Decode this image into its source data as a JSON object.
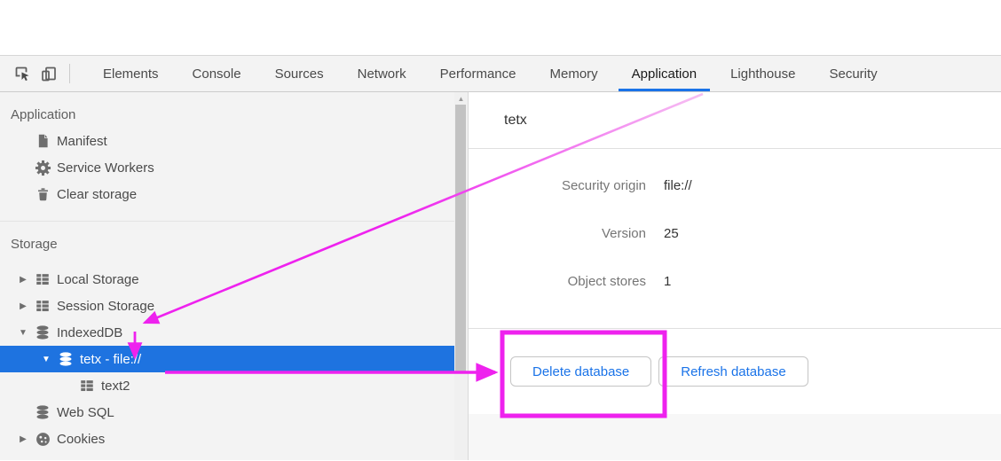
{
  "toolbar": {
    "tabs": [
      "Elements",
      "Console",
      "Sources",
      "Network",
      "Performance",
      "Memory",
      "Application",
      "Lighthouse",
      "Security"
    ],
    "active_tab": "Application"
  },
  "icons": {
    "collapsed": "▶",
    "expanded": "▼",
    "scroll_up": "▲"
  },
  "sidebar": {
    "sections": [
      {
        "title": "Application",
        "items": [
          {
            "label": "Manifest",
            "icon": "manifest-file-icon"
          },
          {
            "label": "Service Workers",
            "icon": "gear-icon"
          },
          {
            "label": "Clear storage",
            "icon": "trash-icon"
          }
        ]
      },
      {
        "title": "Storage",
        "items": [
          {
            "label": "Local Storage",
            "icon": "table-icon",
            "disclosure": "collapsed"
          },
          {
            "label": "Session Storage",
            "icon": "table-icon",
            "disclosure": "collapsed"
          },
          {
            "label": "IndexedDB",
            "icon": "database-icon",
            "disclosure": "expanded"
          },
          {
            "label": "tetx - file://",
            "icon": "database-icon",
            "disclosure": "expanded",
            "selected": true
          },
          {
            "label": "text2",
            "icon": "table-icon"
          },
          {
            "label": "Web SQL",
            "icon": "database-icon"
          },
          {
            "label": "Cookies",
            "icon": "cookie-icon",
            "disclosure": "collapsed"
          }
        ]
      }
    ]
  },
  "main": {
    "title": "tetx",
    "properties": [
      {
        "label": "Security origin",
        "value": "file://"
      },
      {
        "label": "Version",
        "value": "25"
      },
      {
        "label": "Object stores",
        "value": "1"
      }
    ],
    "buttons": [
      "Delete database",
      "Refresh database"
    ]
  },
  "colors": {
    "accent_blue": "#1a73e8",
    "selection_blue": "#1e73e0",
    "annotation_magenta": "#ee22ee",
    "button_text": "#1a73e8"
  }
}
